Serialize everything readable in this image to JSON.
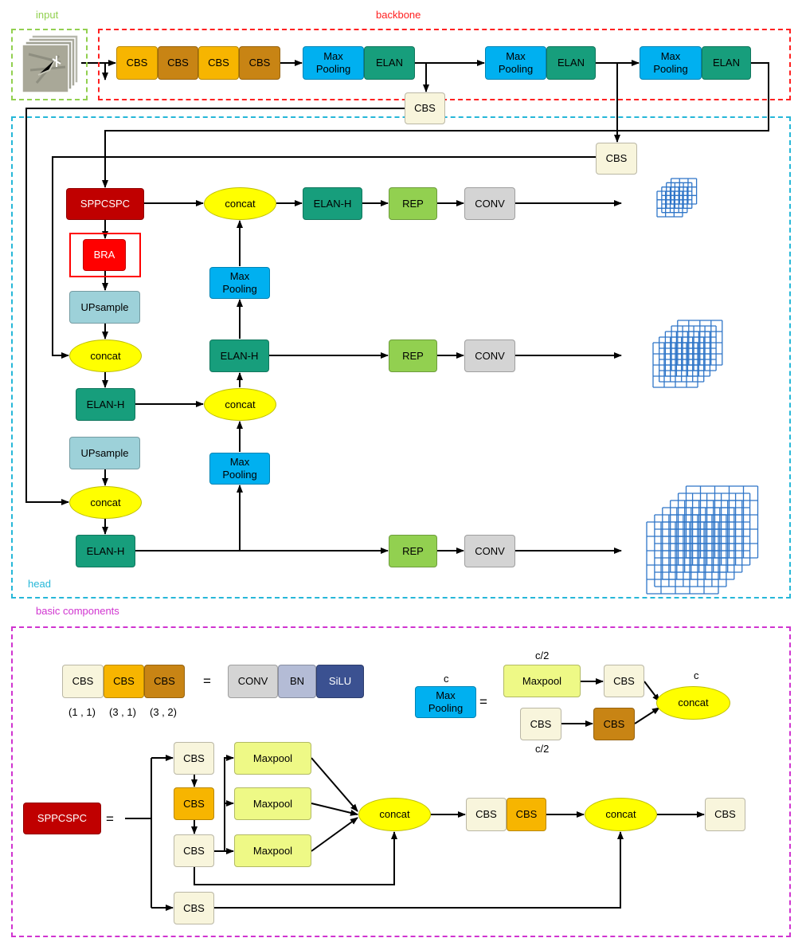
{
  "colors": {
    "cbs_light": "#f8f5dc",
    "cbs_yellow": "#f7b500",
    "cbs_brown": "#c88414",
    "maxpool_blue": "#00b0f0",
    "elan_green": "#179e7c",
    "sppcspc_red": "#c00000",
    "bra_red": "#ff0000",
    "upsample": "#9dd1d9",
    "concat_yellow": "#ffff00",
    "rep_green": "#92d050",
    "conv_gray": "#d4d4d4",
    "bn_lavender": "#b4bcd6",
    "silu_navy": "#3b5191",
    "maxpool_lime": "#eef986",
    "grid_blue": "#2e75c8",
    "input_border": "#92d050",
    "backbone_border": "#ff2020",
    "head_border": "#26b7d8",
    "basic_border": "#d034d0"
  },
  "sections": {
    "input": "input",
    "backbone": "backbone",
    "head": "head",
    "basic": "basic components"
  },
  "backbone": {
    "cbs1": "CBS",
    "cbs2": "CBS",
    "cbs3": "CBS",
    "cbs4": "CBS",
    "mp1": "Max\nPooling",
    "elan1": "ELAN",
    "mp2": "Max\nPooling",
    "elan2": "ELAN",
    "mp3": "Max\nPooling",
    "elan3": "ELAN",
    "cbs_branch1": "CBS",
    "cbs_branch2": "CBS"
  },
  "head": {
    "sppcspc": "SPPCSPC",
    "bra": "BRA",
    "upsample1": "UPsample",
    "concat1": "concat",
    "elanh1": "ELAN-H",
    "upsample2": "UPsample",
    "concat2": "concat",
    "elanh2": "ELAN-H",
    "mp_low": "Max\nPooling",
    "concat3": "concat",
    "elanh_mid": "ELAN-H",
    "mp_up": "Max\nPooling",
    "concat_top": "concat",
    "elanh_top": "ELAN-H",
    "rep1": "REP",
    "conv1": "CONV",
    "rep2": "REP",
    "conv2": "CONV",
    "rep3": "REP",
    "conv3": "CONV"
  },
  "basic": {
    "cbs_a": "CBS",
    "cbs_b": "CBS",
    "cbs_c": "CBS",
    "conv": "CONV",
    "bn": "BN",
    "silu": "SiLU",
    "param_a": "(1 , 1)",
    "param_b": "(3 , 1)",
    "param_c": "(3 , 2)",
    "eq": "=",
    "mp_c": "c",
    "mp": "Max\nPooling",
    "mp_half_top": "c/2",
    "mp_maxpool": "Maxpool",
    "mp_cbs1": "CBS",
    "mp_cbs2": "CBS",
    "mp_cbs3": "CBS",
    "mp_half_bottom": "c/2",
    "mp_concat_c": "c",
    "mp_concat": "concat",
    "spp": "SPPCSPC",
    "spp_cbs1": "CBS",
    "spp_cbs2": "CBS",
    "spp_cbs3": "CBS",
    "spp_cbs4": "CBS",
    "spp_mp1": "Maxpool",
    "spp_mp2": "Maxpool",
    "spp_mp3": "Maxpool",
    "spp_concat1": "concat",
    "spp_cbs5": "CBS",
    "spp_cbs6": "CBS",
    "spp_concat2": "concat",
    "spp_cbs7": "CBS"
  }
}
